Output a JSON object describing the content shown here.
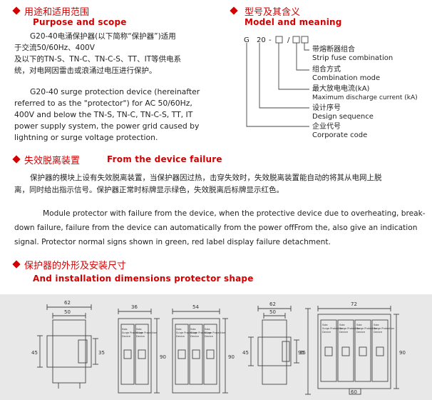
{
  "purpose": {
    "heading_cn": "用途和适用范围",
    "heading_en": "Purpose and scope",
    "lines_cn": [
      "G20-40电涌保护器(以下简称“保护器”)适用",
      "于交流50/60Hz、400V",
      "及以下的TN-S、TN-C、TN-C-S、TT、IT等供电系",
      "统，对电网因雷击或浪涌过电压进行保护。"
    ],
    "lines_en": [
      "G20-40 surge protection device (hereinafter",
      "referred to as the \"protector\") for AC 50/60Hz,",
      "400V and below the TN-S, TN-C, TN-C-S, TT, IT",
      "power supply system, the power grid caused by",
      "lightning or surge voltage protection."
    ]
  },
  "model": {
    "heading_cn": "型号及其含义",
    "heading_en": "Model and meaning",
    "code_g": "G",
    "code_20": "20",
    "code_dash": "-",
    "code_slash": "/",
    "labels": [
      {
        "cn": "带熔断器组合",
        "en": "Strip fuse combination"
      },
      {
        "cn": "组合方式",
        "en": "Combination mode"
      },
      {
        "cn": "最大放电电流(kA)",
        "en": "Maximum discharge current (kA)"
      },
      {
        "cn": "设计序号",
        "en": "Design sequence"
      },
      {
        "cn": "企业代号",
        "en": "Corporate code"
      }
    ]
  },
  "failure": {
    "heading_cn": "失效脱离装置",
    "heading_en": "From the device failure",
    "lines_cn": [
      "保护器的模块上设有失效脱离装置，当保护器因过热，击穿失效时，失效脱离装置能自动的将其从电网上脱",
      "离，同时给出指示信号。保护器正常时标牌显示绿色，失效脱离后标牌显示红色。"
    ],
    "lines_en": [
      "Module protector with failure from the device, when the protective device due to overheating, break-",
      "down failure, failure from the device can automatically from the power offFrom the, also give an indication",
      "signal. Protector normal signs shown in green, red label display failure detachment."
    ]
  },
  "dimensions": {
    "heading_cn": "保护器的外形及安装尺寸",
    "heading_en": "And installation dimensions protector shape",
    "d1": {
      "w_outer": "62",
      "w_inner": "50",
      "h_left": "45",
      "h_right": "35"
    },
    "d2": {
      "w": "36",
      "h": "90"
    },
    "d3": {
      "w": "54",
      "h": "90"
    },
    "d4": {
      "w_outer": "62",
      "w_inner": "50",
      "h_left": "45",
      "h_right": "35"
    },
    "d5": {
      "w": "72",
      "h_left": "95",
      "h_right": "90",
      "bottom": "60"
    },
    "module_text": [
      "Ssta",
      "Surge Protection",
      "Device"
    ]
  },
  "colors": {
    "accent": "#d40000",
    "panel_bg": "#e8e8e8",
    "line": "#444444"
  }
}
